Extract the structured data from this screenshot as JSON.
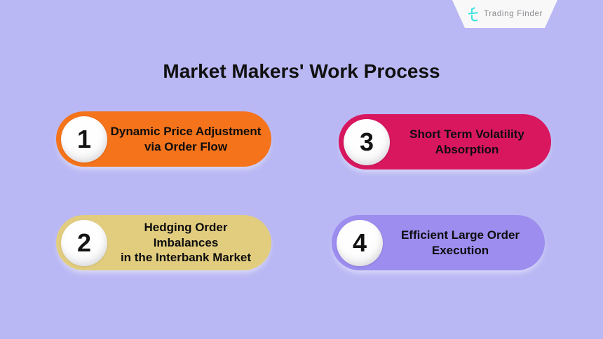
{
  "page": {
    "background": "#b9b8f4",
    "title": "Market Makers' Work Process"
  },
  "logo": {
    "brand": "Trading Finder",
    "icon": "tradingfinder-mark-icon",
    "icon_color": "#35e3de",
    "banner_color": "#f8f8f9",
    "text_color": "#8c8c90"
  },
  "pills": [
    {
      "number": "1",
      "color": "#f4731b",
      "lines": [
        "Dynamic Price Adjustment",
        "via Order Flow"
      ]
    },
    {
      "number": "2",
      "color": "#e2cd7f",
      "lines": [
        "Hedging Order Imbalances",
        "in the Interbank Market"
      ]
    },
    {
      "number": "3",
      "color": "#d8175f",
      "lines": [
        "Short Term Volatility",
        "Absorption"
      ]
    },
    {
      "number": "4",
      "color": "#9c8def",
      "lines": [
        "Efficient Large Order",
        "Execution"
      ]
    }
  ]
}
